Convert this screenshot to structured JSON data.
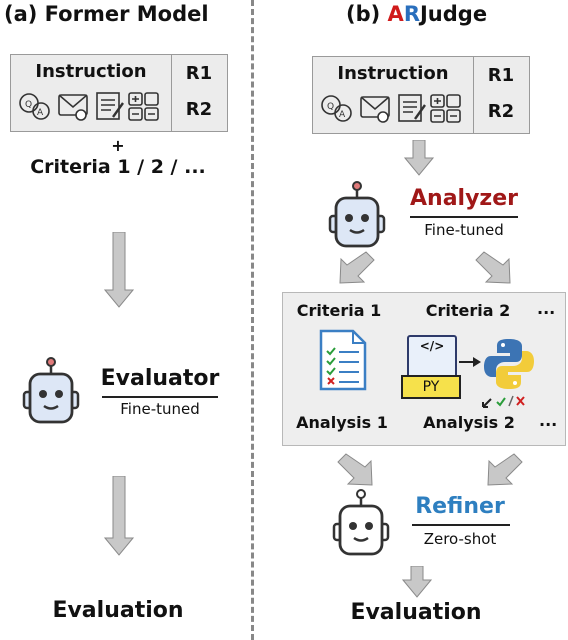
{
  "left": {
    "title": "(a) Former Model",
    "input": {
      "instruction": "Instruction",
      "r1": "R1",
      "r2": "R2"
    },
    "plus": "+",
    "criteria": "Criteria 1 / 2 / ...",
    "model": {
      "name": "Evaluator",
      "mode": "Fine-tuned"
    },
    "output": "Evaluation"
  },
  "right": {
    "title_prefix": "(b) ",
    "title_a": "A",
    "title_r": "R",
    "title_rest": "Judge",
    "input": {
      "instruction": "Instruction",
      "r1": "R1",
      "r2": "R2"
    },
    "analyzer": {
      "name": "Analyzer",
      "mode": "Fine-tuned"
    },
    "panel": {
      "criteria1": "Criteria 1",
      "criteria2": "Criteria 2",
      "ellipsis_top": "...",
      "code_tag": "</>",
      "py_label": "PY",
      "analysis1": "Analysis 1",
      "analysis2": "Analysis 2",
      "ellipsis_bottom": "..."
    },
    "refiner": {
      "name": "Refiner",
      "mode": "Zero-shot"
    },
    "output": "Evaluation"
  },
  "colors": {
    "arrow_gray": "#c8c8c8",
    "analyzer_red": "#a01818",
    "refiner_blue": "#2e7fc0",
    "title_red": "#d01b1b",
    "title_blue": "#2a6fbd",
    "robot_fill": "#dde7f6",
    "py_yellow": "#f6e14b"
  }
}
